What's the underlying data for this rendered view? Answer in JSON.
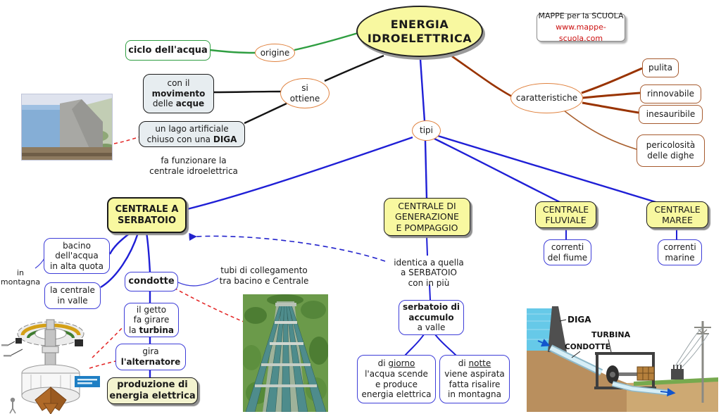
{
  "colors": {
    "accent_blue": "#1f1fd6",
    "accent_orange": "#e0823f",
    "accent_green": "#2f9e41",
    "accent_brown": "#993300",
    "accent_red": "#e32222",
    "node_yellow": "#f8f8a0"
  },
  "title": {
    "l1": "ENERGIA",
    "l2": "IDROELETTRICA"
  },
  "credit": {
    "l1": "MAPPE per la SCUOLA",
    "l2": "www.mappe-scuola.com"
  },
  "ciclo": {
    "label": "ciclo dell'acqua"
  },
  "origine": {
    "label": "origine"
  },
  "si_ottiene": {
    "l1": "si",
    "l2": "ottiene"
  },
  "movimento": {
    "l1": "con il",
    "l2": "movimento",
    "l3a": "delle ",
    "l3b": "acque"
  },
  "lago": {
    "l1": "un lago artificiale",
    "l2a": "chiuso con una ",
    "l2b": "DIGA",
    "cap1": "fa funzionare la",
    "cap2": "centrale idroelettrica"
  },
  "caratteristiche": {
    "label": "caratteristiche",
    "pulita": "pulita",
    "rinnovabile": "rinnovabile",
    "inesauribile": "inesauribile",
    "peric1": "pericolosità",
    "peric2": "delle dighe"
  },
  "tipi": {
    "label": "tipi"
  },
  "serbatoio": {
    "l1": "CENTRALE A",
    "l2": "SERBATOIO"
  },
  "pompaggio": {
    "l1": "CENTRALE DI",
    "l2": "GENERAZIONE",
    "l3": "E POMPAGGIO"
  },
  "fluviale": {
    "l1": "CENTRALE",
    "l2": "FLUVIALE",
    "c1": "correnti",
    "c2": "del fiume"
  },
  "maree": {
    "l1": "CENTRALE",
    "l2": "MAREE",
    "c1": "correnti",
    "c2": "marine"
  },
  "bacino": {
    "l1": "bacino",
    "l2": "dell'acqua",
    "l3": "in alta quota"
  },
  "montagna": {
    "l1": "in",
    "l2": "montagna"
  },
  "valle": {
    "l1": "la centrale",
    "l2": "in valle"
  },
  "condotte": {
    "label": "condotte",
    "tubi1": "tubi di collegamento",
    "tubi2": "tra bacino e Centrale"
  },
  "getto": {
    "l1": "il getto",
    "l2": "fa girare",
    "l3a": "la ",
    "l3b": "turbina"
  },
  "alternatore": {
    "l1": "gira",
    "l2": "l'alternatore"
  },
  "produzione": {
    "l1": "produzione di",
    "l2": "energia elettrica"
  },
  "identica": {
    "l1": "identica a quella",
    "l2": "a SERBATOIO",
    "l3": "con in più"
  },
  "accumulo": {
    "l1": "serbatoio di",
    "l2": "accumulo",
    "l3": "a valle"
  },
  "giorno": {
    "l1a": "di ",
    "l1b": "giorno",
    "l2": "l'acqua scende",
    "l3": "e produce",
    "l4": "energia elettrica"
  },
  "notte": {
    "l1a": "di ",
    "l1b": "notte",
    "l2": "viene aspirata",
    "l3": "fatta risalire",
    "l4": "in montagna"
  },
  "plant": {
    "diga": "DIGA",
    "turbina": "TURBINA",
    "condotte": "CONDOTTE"
  }
}
